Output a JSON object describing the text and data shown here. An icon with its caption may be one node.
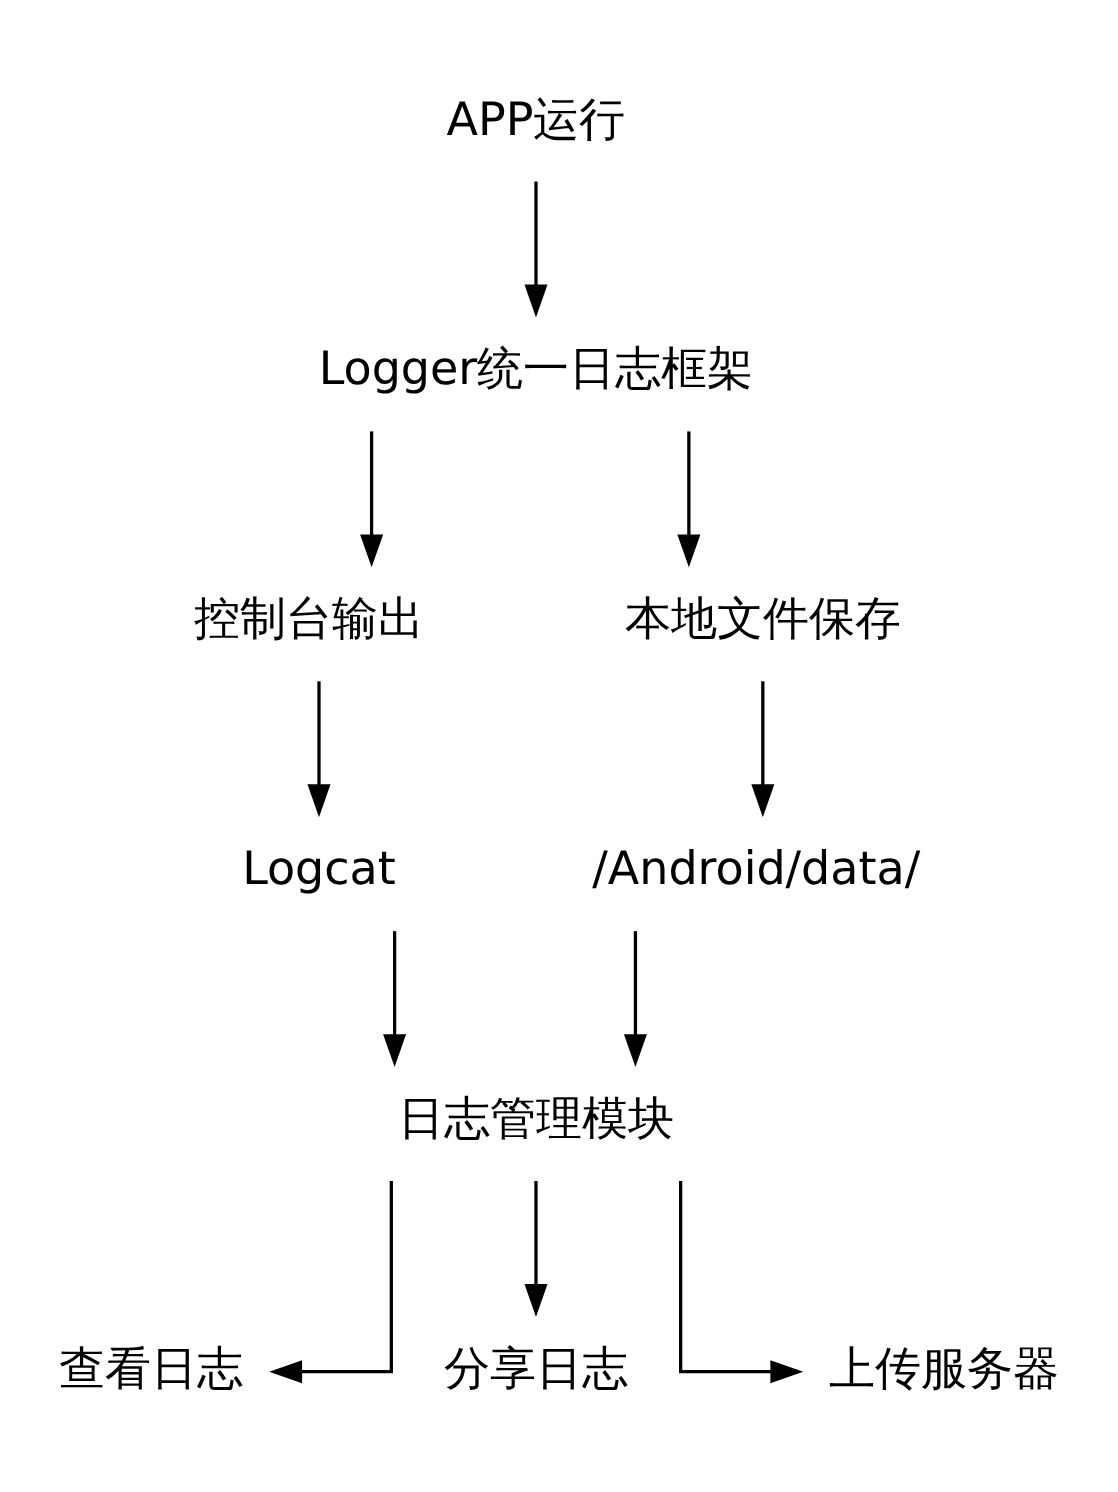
{
  "diagram": {
    "nodes": [
      {
        "text": [
          "APP运行"
        ]
      },
      {
        "text": [
          "Logger统一日志框架"
        ]
      },
      {
        "text": [
          "控制台输出"
        ]
      },
      {
        "text": [
          "本地文件保存"
        ]
      },
      {
        "text": [
          "Logcat"
        ]
      },
      {
        "text": [
          "/Android/data/"
        ]
      },
      {
        "text": [
          "日志管理模块"
        ]
      },
      {
        "text": [
          "查看日志"
        ]
      },
      {
        "text": [
          "分享日志"
        ]
      },
      {
        "text": [
          "上传服务器"
        ]
      }
    ],
    "edges": [
      {
        "from": 0,
        "to": 1,
        "arrow": "to"
      },
      {
        "from": 1,
        "to": 2,
        "arrow": "to"
      },
      {
        "from": 1,
        "to": 3,
        "arrow": "to"
      },
      {
        "from": 2,
        "to": 4,
        "arrow": "to"
      },
      {
        "from": 3,
        "to": 5,
        "arrow": "to"
      },
      {
        "from": 4,
        "to": 6,
        "arrow": "to"
      },
      {
        "from": 5,
        "to": 6,
        "arrow": "to"
      },
      {
        "from": 6,
        "to": 7,
        "arrow": "to"
      },
      {
        "from": 6,
        "to": 8,
        "arrow": "to"
      },
      {
        "from": 6,
        "to": 9,
        "arrow": "to"
      }
    ]
  }
}
